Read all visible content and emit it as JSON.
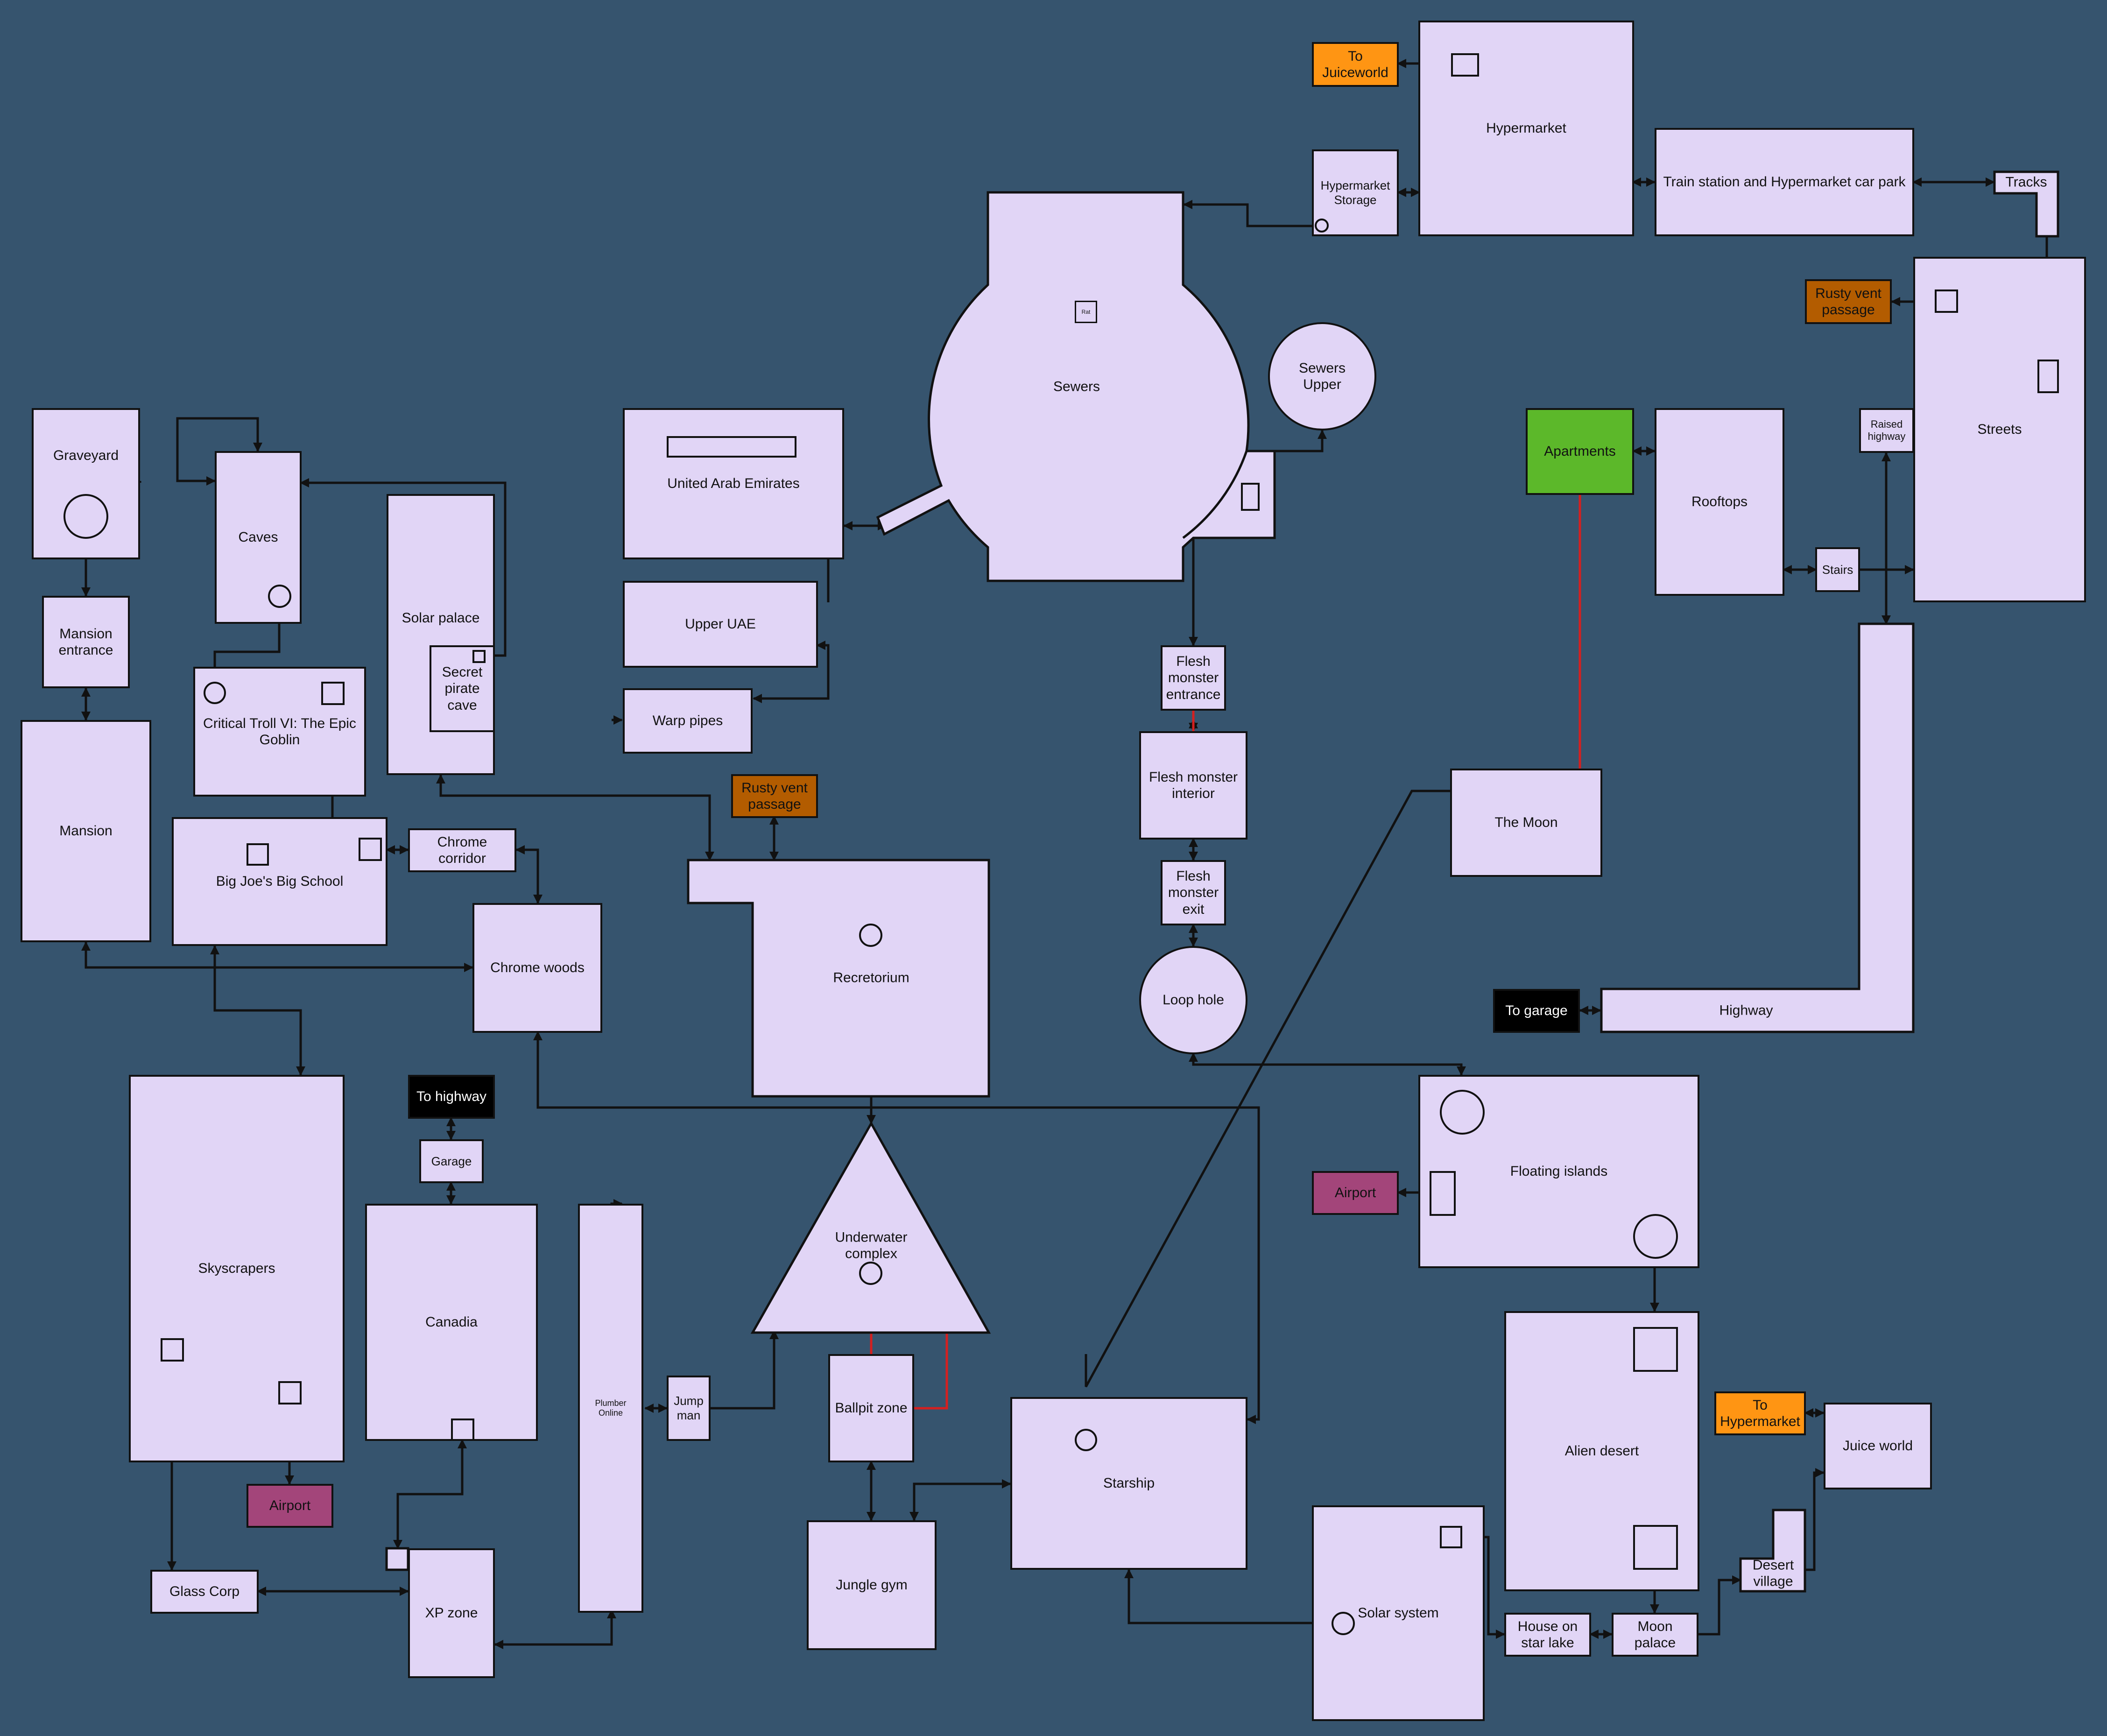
{
  "rooms": {
    "to_juiceworld": "To\nJuiceworld",
    "hypermarket": "Hypermarket",
    "hypermarket_storage": "Hypermarket\nStorage",
    "train_station": "Train station and Hypermarket car park",
    "tracks": "Tracks",
    "sewers": "Sewers",
    "rat": "Rat",
    "sewers_upper": "Sewers\nUpper",
    "rusty_vent_top": "Rusty vent\npassage",
    "streets": "Streets",
    "apartments": "Apartments",
    "rooftops": "Rooftops",
    "raised_highway": "Raised\nhighway",
    "stairs": "Stairs",
    "graveyard": "Graveyard",
    "caves": "Caves",
    "uae": "United Arab Emirates",
    "upper_uae": "Upper UAE",
    "solar_palace": "Solar palace",
    "secret_pirate_cave": "Secret\npirate\ncave",
    "mansion_entrance": "Mansion\nentrance",
    "critical_troll": "Critical Troll VI: The Epic\nGoblin",
    "warp_pipes": "Warp pipes",
    "flesh_entrance": "Flesh\nmonster\nentrance",
    "flesh_interior": "Flesh monster\ninterior",
    "flesh_exit": "Flesh\nmonster\nexit",
    "rusty_vent_mid": "Rusty vent\npassage",
    "the_moon": "The Moon",
    "mansion": "Mansion",
    "big_joes": "Big Joe's Big School",
    "chrome_corridor": "Chrome\ncorridor",
    "chrome_woods": "Chrome woods",
    "recretorium": "Recretorium",
    "loop_hole": "Loop hole",
    "to_garage": "To garage",
    "highway": "Highway",
    "to_highway": "To highway",
    "garage": "Garage",
    "skyscrapers": "Skyscrapers",
    "canadia": "Canadia",
    "plumber_online": "Plumber\nOnline",
    "underwater_complex": "Underwater\ncomplex",
    "floating_islands": "Floating islands",
    "airport_right": "Airport",
    "jump_man": "Jump\nman",
    "ballpit_zone": "Ballpit zone",
    "starship": "Starship",
    "alien_desert": "Alien desert",
    "to_hypermarket": "To\nHypermarket",
    "juice_world": "Juice world",
    "airport_left": "Airport",
    "desert_village": "Desert\nvillage",
    "jungle_gym": "Jungle gym",
    "glass_corp": "Glass Corp",
    "xp_zone": "XP zone",
    "solar_system": "Solar system",
    "house_on_star_lake": "House on\nstar lake",
    "moon_palace": "Moon\npalace"
  },
  "colors": {
    "background": "#36546e",
    "room": "#e1d5f6",
    "exit_orange": "#ff9513",
    "vent_brown": "#b35c00",
    "apartments_green": "#5cb82a",
    "exit_black": "#000000",
    "airport_magenta": "#a3457a",
    "red_link": "#d42020"
  }
}
